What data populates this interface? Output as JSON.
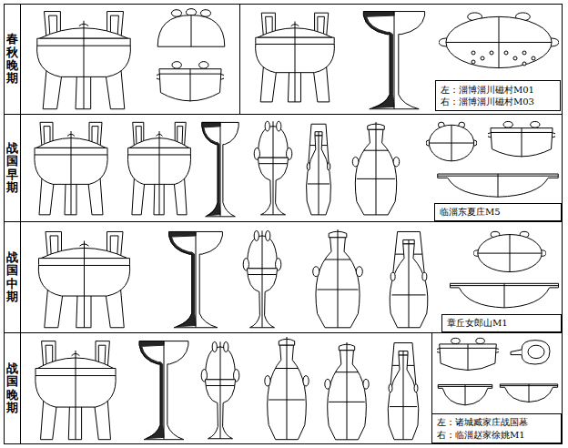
{
  "diagram": {
    "nodes": [
      {
        "text": [
          "春秋晚期"
        ]
      },
      {
        "text": [
          "左：淄博淄川磁村M01",
          "右：淄博淄川磁村M03"
        ]
      },
      {
        "text": [
          "战国早期"
        ]
      },
      {
        "text": [
          "临淄东夏庄M5"
        ]
      },
      {
        "text": [
          "战国中期"
        ]
      },
      {
        "text": [
          "章丘女郎山M1"
        ]
      },
      {
        "text": [
          "战国晚期"
        ]
      },
      {
        "text": [
          "左：诸城臧家庄战国墓",
          "右：临淄赵家徐姚M1"
        ]
      }
    ]
  }
}
